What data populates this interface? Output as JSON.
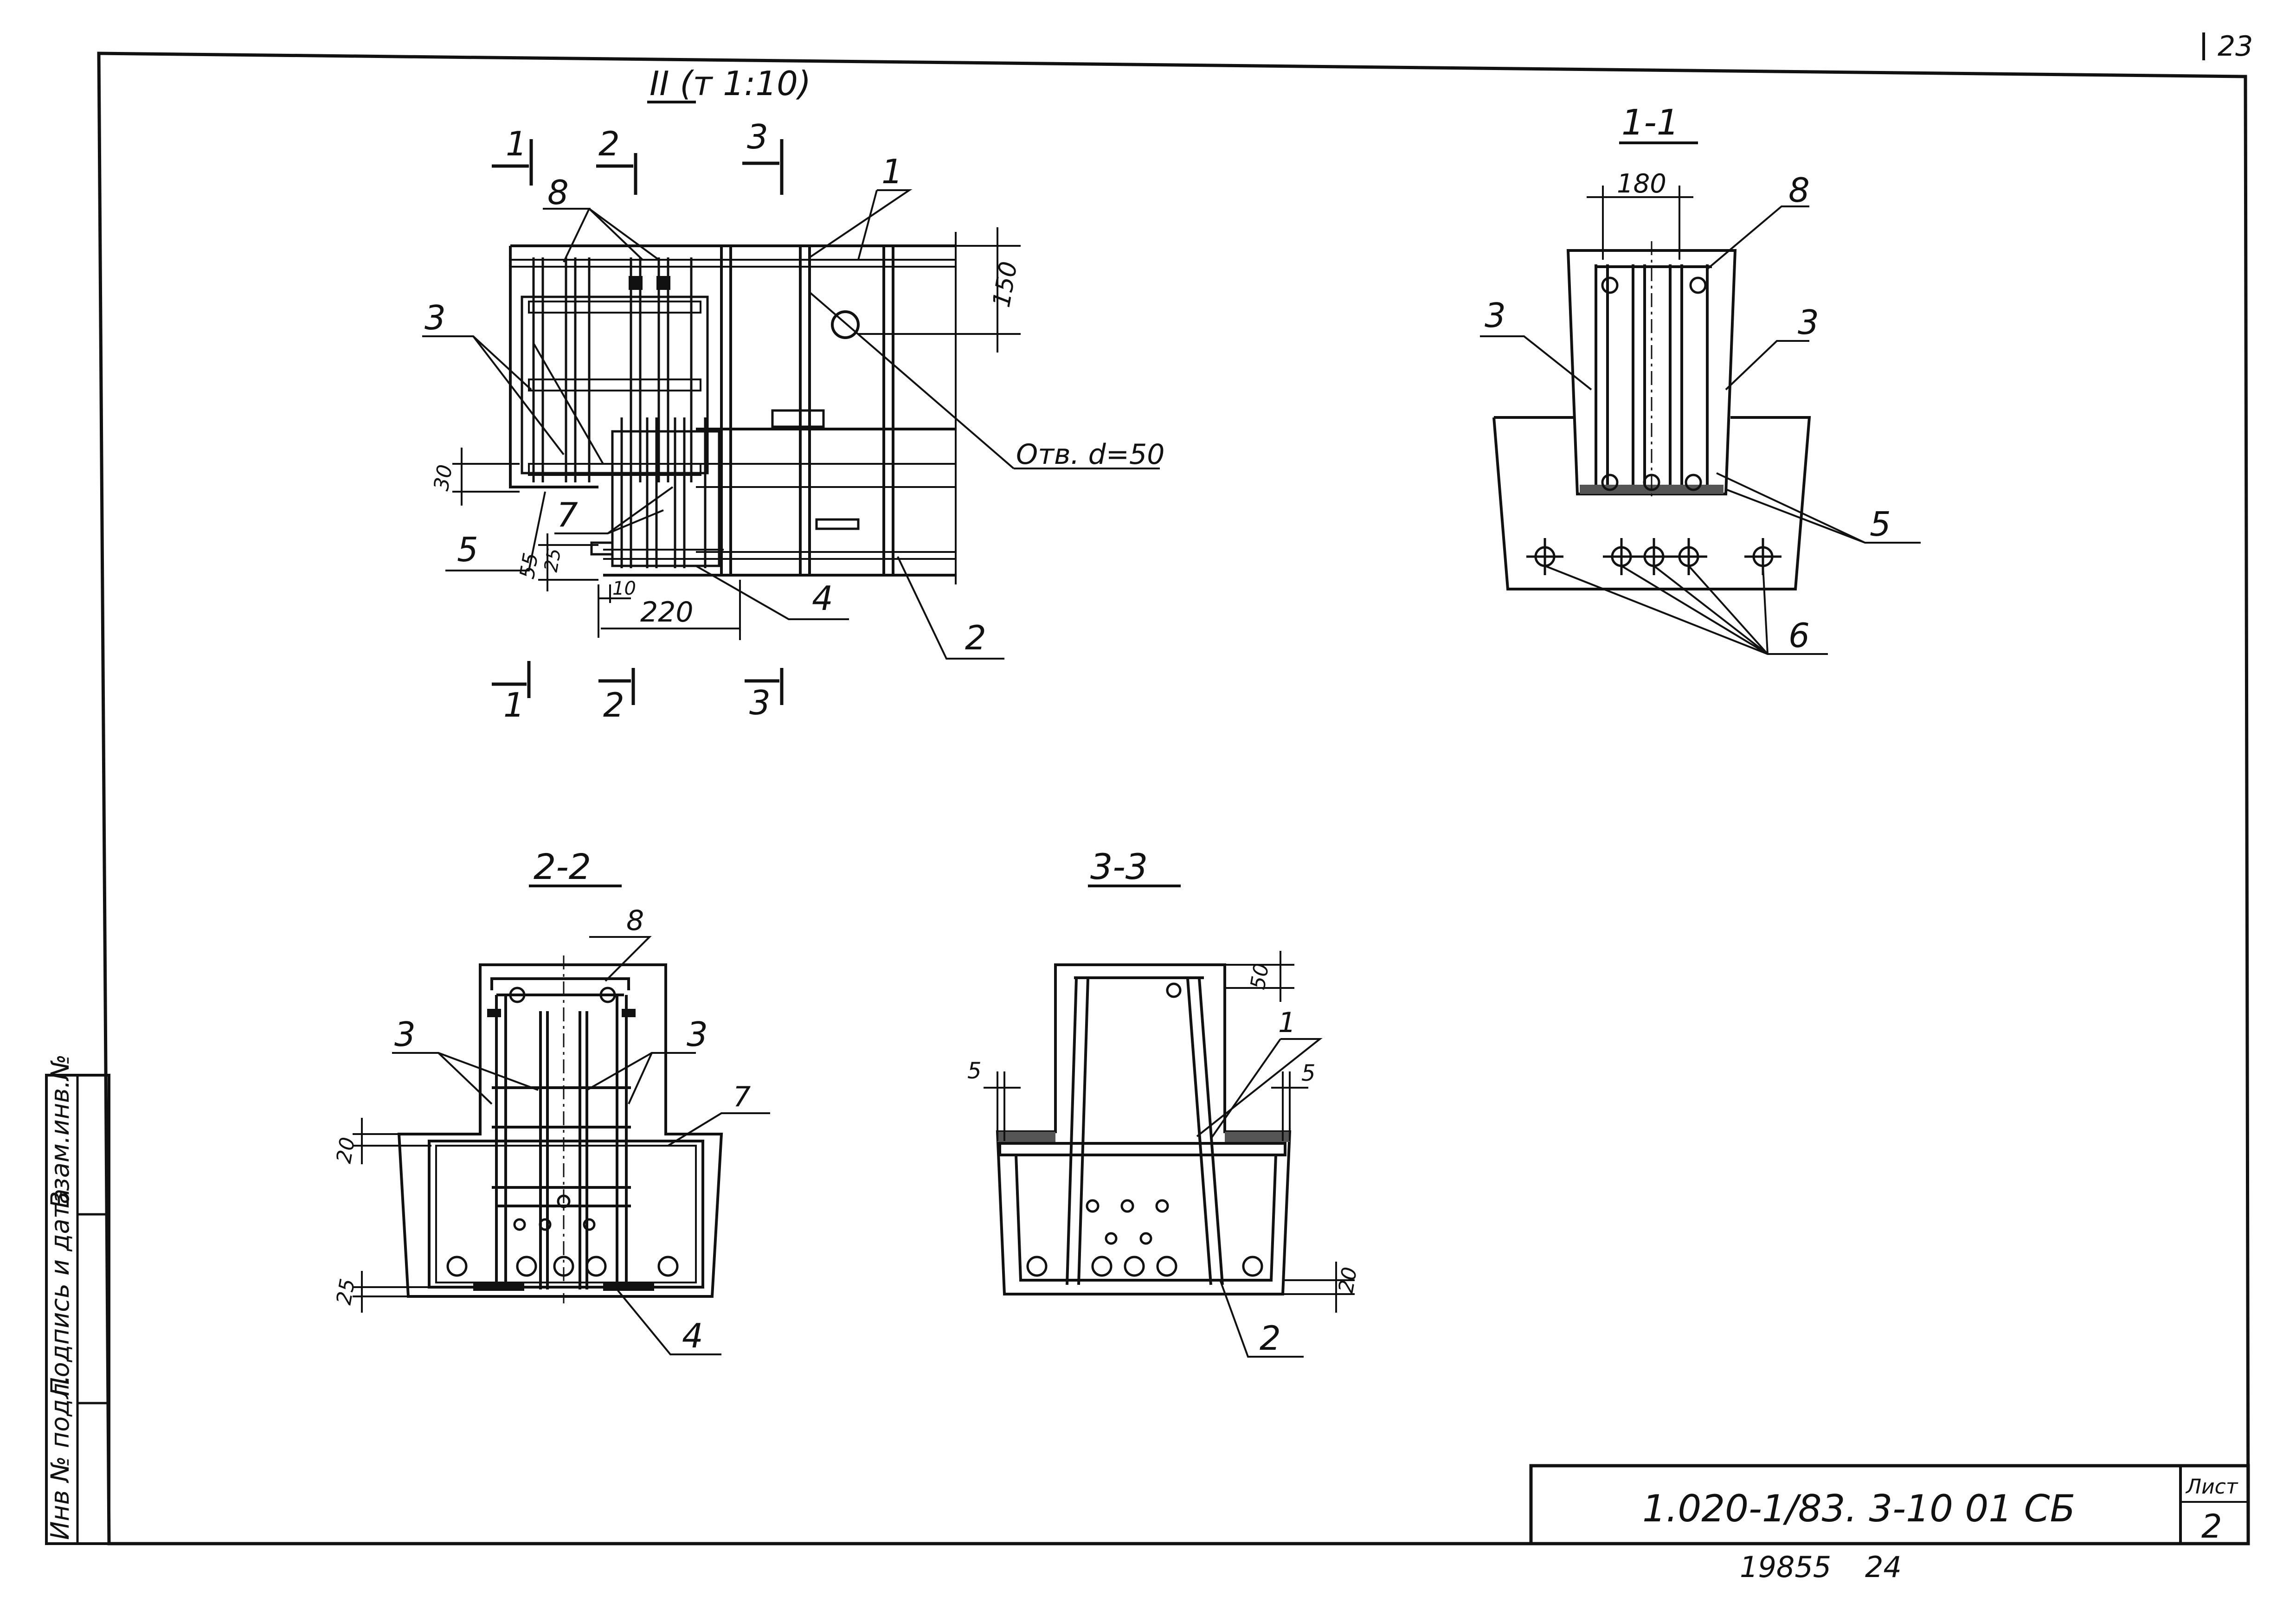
{
  "sheet": {
    "top_corner_number": "23",
    "designation": "1.020-1/83. 3-10  01 СБ",
    "sheet_label": "Лист",
    "sheet_number": "2",
    "footer_number": "19855",
    "footer_format": "24"
  },
  "side_stamp": {
    "inv_orig": "Инв № подл.",
    "sign_date": "Подпись и дата",
    "replace_inv": "Взам.инв.№"
  },
  "views": {
    "main_title": "II (т 1:10)",
    "section_1_title": "1-1",
    "section_2_title": "2-2",
    "section_3_title": "3-3"
  },
  "cut_marks": {
    "c1": "1",
    "c2": "2",
    "c3": "3"
  },
  "positions": {
    "p1": "1",
    "p2": "2",
    "p3": "3",
    "p4": "4",
    "p5": "5",
    "p6": "6",
    "p7": "7",
    "p8": "8"
  },
  "dimensions": {
    "d150": "150",
    "d30": "30",
    "d55": "55",
    "d25": "25",
    "d10": "10",
    "d220": "220",
    "d180": "180",
    "d20": "20",
    "d5": "5",
    "d50": "50",
    "hole": "Отв. d=50"
  }
}
